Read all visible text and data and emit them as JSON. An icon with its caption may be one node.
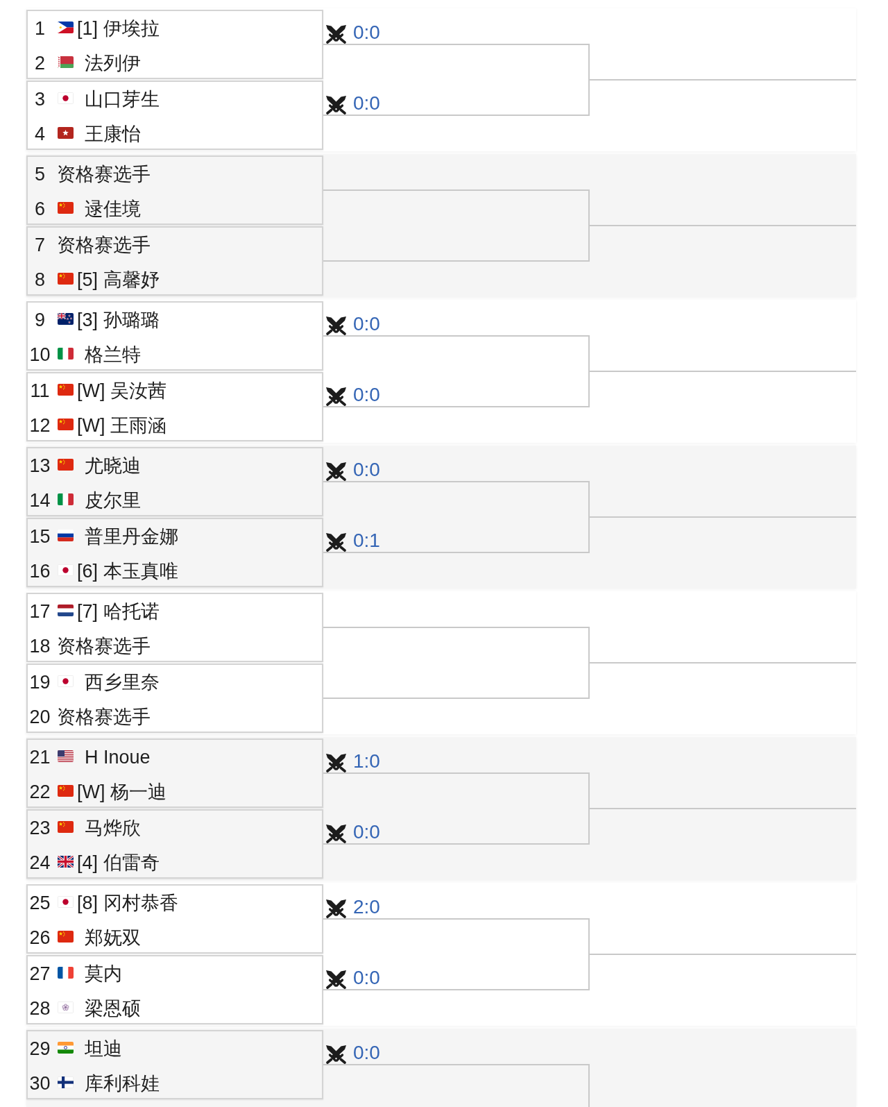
{
  "diagram": {
    "nodes": [
      {
        "text": [],
        "shape": "band"
      },
      {
        "text": [
          "1",
          "[1] 伊埃拉",
          "2",
          "法列伊"
        ],
        "in": 0
      },
      {
        "text": [
          "3",
          "山口芽生",
          "4",
          "王康怡"
        ],
        "in": 0
      },
      {
        "text": [],
        "shape": "band"
      },
      {
        "text": [
          "5",
          "资格赛选手",
          "6",
          "逯佳境"
        ],
        "in": 3
      },
      {
        "text": [
          "7",
          "资格赛选手",
          "8",
          "[5] 高馨妤"
        ],
        "in": 3
      },
      {
        "text": [],
        "shape": "band"
      },
      {
        "text": [
          "9",
          "[3] 孙璐璐",
          "10",
          "格兰特"
        ],
        "in": 6
      },
      {
        "text": [
          "11",
          "[W] 吴汝茜",
          "12",
          "[W] 王雨涵"
        ],
        "in": 6
      },
      {
        "text": [],
        "shape": "band"
      },
      {
        "text": [
          "13",
          "尤晓迪",
          "14",
          "皮尔里"
        ],
        "in": 9
      },
      {
        "text": [
          "15",
          "普里丹金娜",
          "16",
          "[6] 本玉真唯"
        ],
        "in": 9
      },
      {
        "text": [],
        "shape": "band"
      },
      {
        "text": [
          "17",
          "[7] 哈托诺",
          "18",
          "资格赛选手"
        ],
        "in": 12
      },
      {
        "text": [
          "19",
          "西乡里奈",
          "20",
          "资格赛选手"
        ],
        "in": 12
      },
      {
        "text": [],
        "shape": "band"
      },
      {
        "text": [
          "21",
          "H Inoue",
          "22",
          "[W] 杨一迪"
        ],
        "in": 15
      },
      {
        "text": [
          "23",
          "马烨欣",
          "24",
          "[4] 伯雷奇"
        ],
        "in": 15
      },
      {
        "text": [],
        "shape": "band"
      },
      {
        "text": [
          "25",
          "[8] 冈村恭香",
          "26",
          "郑妩双"
        ],
        "in": 18
      },
      {
        "text": [
          "27",
          "莫内",
          "28",
          "梁恩硕"
        ],
        "in": 18
      },
      {
        "text": [],
        "shape": "band"
      },
      {
        "text": [
          "29",
          "坦迪",
          "30",
          "库利科娃"
        ],
        "in": 21
      }
    ],
    "edges": [
      {
        "from": 1,
        "to": null,
        "arrow": "none",
        "label": "0:0"
      },
      {
        "from": 2,
        "to": null,
        "arrow": "none",
        "label": "0:0"
      },
      {
        "from": 4,
        "to": null,
        "arrow": "none"
      },
      {
        "from": 5,
        "to": null,
        "arrow": "none"
      },
      {
        "from": 7,
        "to": null,
        "arrow": "none",
        "label": "0:0"
      },
      {
        "from": 8,
        "to": null,
        "arrow": "none",
        "label": "0:0"
      },
      {
        "from": 10,
        "to": null,
        "arrow": "none",
        "label": "0:0"
      },
      {
        "from": 11,
        "to": null,
        "arrow": "none",
        "label": "0:1"
      },
      {
        "from": 13,
        "to": null,
        "arrow": "none"
      },
      {
        "from": 14,
        "to": null,
        "arrow": "none"
      },
      {
        "from": 16,
        "to": null,
        "arrow": "none",
        "label": "1:0"
      },
      {
        "from": 17,
        "to": null,
        "arrow": "none",
        "label": "0:0"
      },
      {
        "from": 19,
        "to": null,
        "arrow": "none",
        "label": "2:0"
      },
      {
        "from": 20,
        "to": null,
        "arrow": "none",
        "label": "0:0"
      },
      {
        "from": 22,
        "to": null,
        "arrow": "none",
        "label": "0:0"
      }
    ]
  }
}
